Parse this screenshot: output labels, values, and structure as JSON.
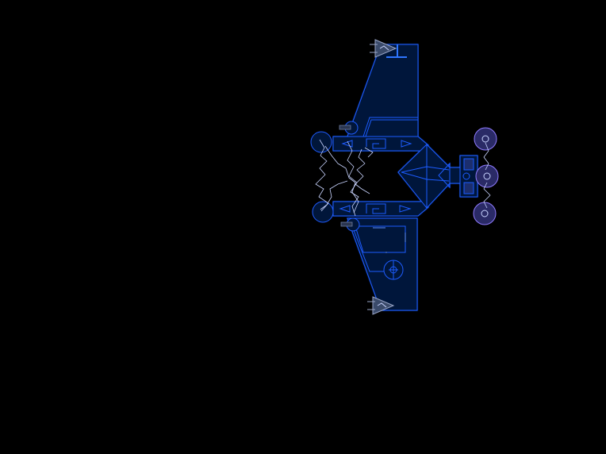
{
  "scene": {
    "background": "#000000",
    "hull_fill": "#01163a",
    "hull_stroke": "#1f5cff",
    "accent_stroke": "#2f74ff",
    "pod_fill": "#2a2a66",
    "pod_stroke": "#8f7bff",
    "arc_color": "#c9d4ff"
  },
  "ship": {
    "name_icon": "starship-blueprint",
    "pods": [
      "pod-top",
      "pod-middle",
      "pod-bottom"
    ],
    "turrets": [
      "turret-top-wing",
      "turret-bottom-wing"
    ],
    "pivots": [
      "pivot-top",
      "pivot-bottom"
    ]
  }
}
